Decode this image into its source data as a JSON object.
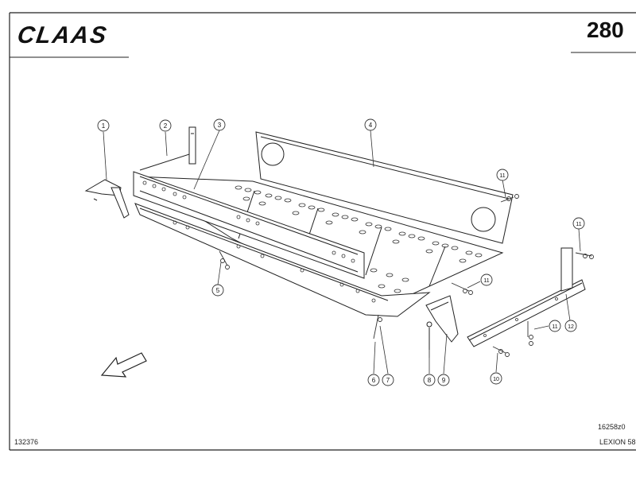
{
  "header": {
    "brand_logo": "CLAAS",
    "page_number": "280"
  },
  "footer": {
    "document_number": "132376",
    "drawing_number": "16258z0",
    "model": "LEXION 58"
  },
  "callouts": [
    {
      "id": "1",
      "label": "1"
    },
    {
      "id": "2",
      "label": "2"
    },
    {
      "id": "3",
      "label": "3"
    },
    {
      "id": "4",
      "label": "4"
    },
    {
      "id": "5",
      "label": "5"
    },
    {
      "id": "6",
      "label": "6"
    },
    {
      "id": "7",
      "label": "7"
    },
    {
      "id": "8",
      "label": "8"
    },
    {
      "id": "9",
      "label": "9"
    },
    {
      "id": "10",
      "label": "10"
    },
    {
      "id": "11a",
      "label": "11"
    },
    {
      "id": "11b",
      "label": "11"
    },
    {
      "id": "11c",
      "label": "11"
    },
    {
      "id": "11d",
      "label": "11"
    },
    {
      "id": "12",
      "label": "12"
    }
  ],
  "icons": {
    "direction_arrow": "arrow-icon"
  }
}
